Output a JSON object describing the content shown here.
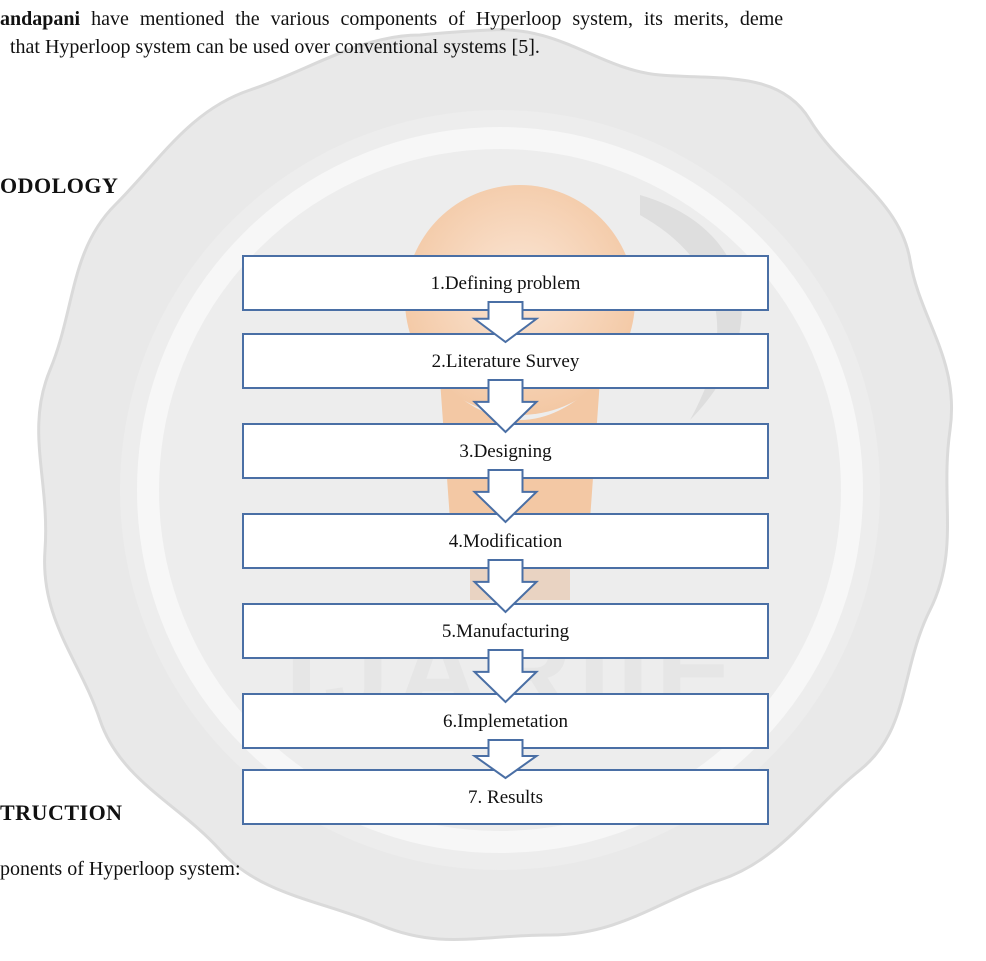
{
  "intro": {
    "author": "andapani",
    "line1_rest": " have mentioned the various components of Hyperloop system, its merits, deme",
    "line2": "that Hyperloop system can be used over conventional systems [5]."
  },
  "methodology_heading": "ODOLOGY",
  "flowchart": {
    "steps": [
      "1.Defining problem",
      "2.Literature Survey",
      "3.Designing",
      "4.Modification",
      "5.Manufacturing",
      "6.Implemetation",
      "7. Results"
    ],
    "box_stroke": "#4a6fa5",
    "arrow_stroke": "#4a6fa5"
  },
  "construction_heading": "TRUCTION",
  "construction_line": "ponents of Hyperloop system:",
  "watermark": {
    "icon": "lightbulb-seal-watermark",
    "color_badge": "#dcdcdc",
    "color_bulb": "#f3c9a8"
  }
}
